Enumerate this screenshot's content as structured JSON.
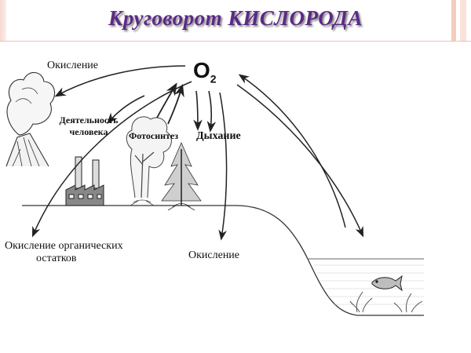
{
  "title": "Круговорот КИСЛОРОДА",
  "center_symbol": {
    "base": "O",
    "subscript": "2"
  },
  "labels": {
    "oxidation_top": "Окисление",
    "human_activity": [
      "Деятельность",
      "человека"
    ],
    "photosynthesis": "Фотосинтез",
    "respiration": "Дыхание",
    "organic_oxidation": [
      "Окисление органических",
      "остатков"
    ],
    "oxidation_bottom": "Окисление"
  },
  "colors": {
    "title": "#5b2a86",
    "ink": "#111111"
  },
  "icons": [
    "volcano-icon",
    "factory-icon",
    "deciduous-tree-icon",
    "fir-tree-icon",
    "fish-icon",
    "water-plants-icon"
  ]
}
